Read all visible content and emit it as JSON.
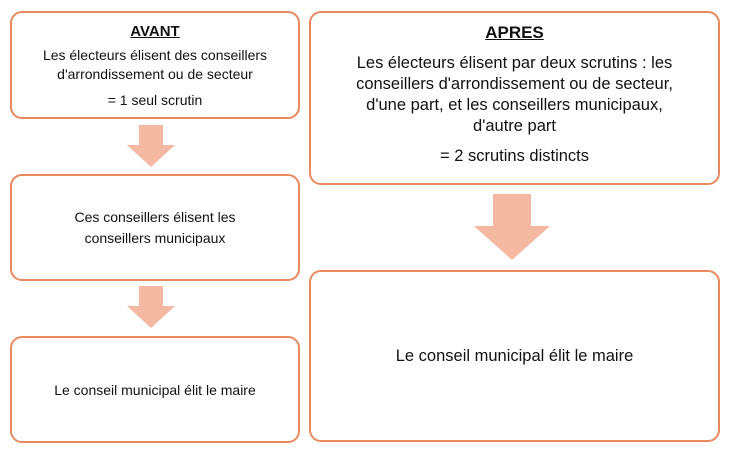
{
  "colors": {
    "border": "#e8895f",
    "arrow": "#f4b8a3"
  },
  "avant": {
    "title": "AVANT",
    "lines": [
      "Les électeurs élisent des conseillers",
      "d'arrondissement ou de secteur"
    ],
    "result": "= 1 seul scrutin"
  },
  "ces_conseillers": {
    "lines": [
      "Ces conseillers élisent les",
      "conseillers municipaux"
    ]
  },
  "left_maire": {
    "text": "Le conseil municipal élit le maire"
  },
  "apres": {
    "title": "APRES",
    "lines": [
      "Les électeurs élisent par deux scrutins : les",
      "conseillers d'arrondissement ou de secteur,",
      "d'une part, et les conseillers municipaux,",
      "d'autre part"
    ],
    "result": "= 2 scrutins distincts"
  },
  "right_maire": {
    "text": "Le conseil municipal élit le maire"
  }
}
